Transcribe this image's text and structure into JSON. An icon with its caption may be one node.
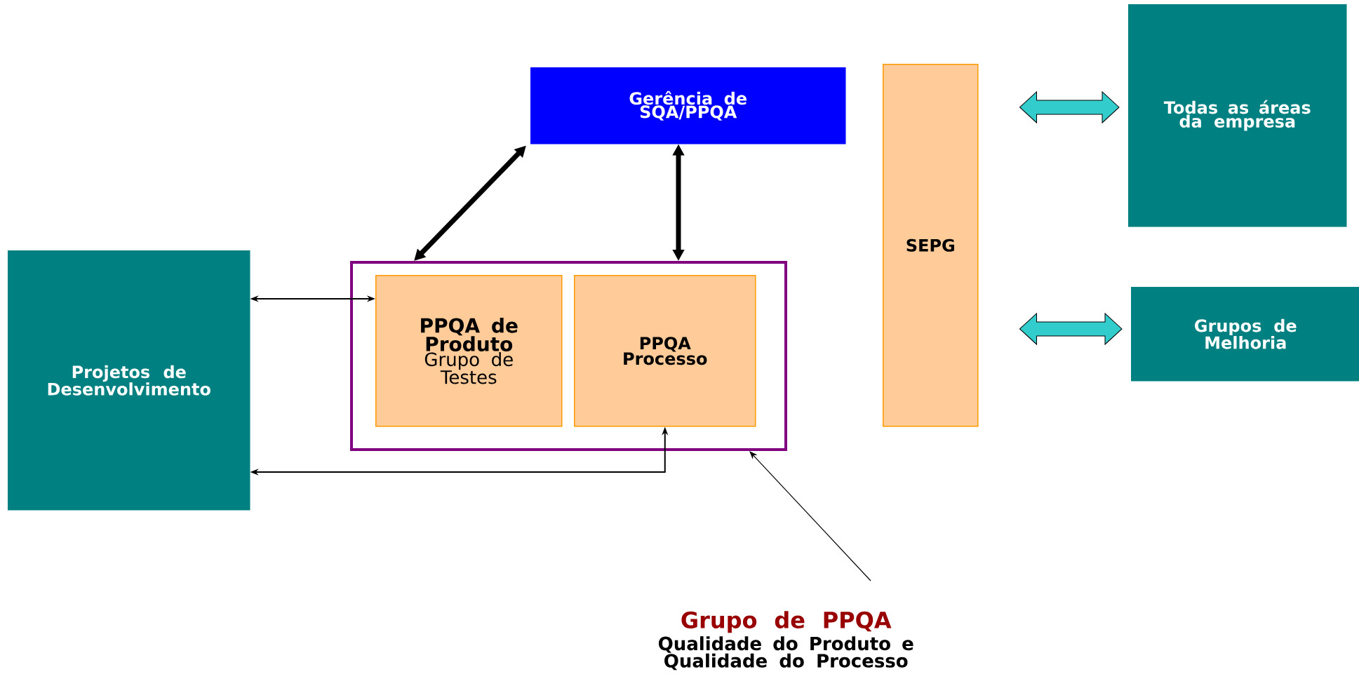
{
  "diagram": {
    "nodes": [
      {
        "text": [
          "Gerência de SQA/PPQA"
        ]
      },
      {
        "text": [
          "SEPG"
        ]
      },
      {
        "text": [
          "Todas as áreas da empresa"
        ]
      },
      {
        "text": [
          "Projetos de Desenvolvimento"
        ]
      },
      {
        "text": [],
        "shape": "box"
      },
      {
        "text": [
          "PPQA de Produto",
          "Grupo de Testes"
        ],
        "in": 4
      },
      {
        "text": [
          "PPQA Processo"
        ],
        "in": 4
      },
      {
        "text": [
          "Grupos de Melhoria"
        ]
      },
      {
        "text": [
          "Grupo de PPQA",
          "Qualidade do Produto e Qualidade do Processo"
        ]
      }
    ],
    "edges": [
      {
        "from": 4,
        "to": 0,
        "arrow": "both",
        "style": "thick"
      },
      {
        "from": 4,
        "to": 0,
        "arrow": "both",
        "style": "thick"
      },
      {
        "from": 3,
        "to": 5,
        "arrow": "both"
      },
      {
        "from": 6,
        "to": 3,
        "arrow": "both"
      },
      {
        "from": 8,
        "to": 4,
        "arrow": "to"
      },
      {
        "from": 1,
        "to": 2,
        "arrow": "both",
        "color": "#33cccc"
      },
      {
        "from": 1,
        "to": 7,
        "arrow": "both",
        "color": "#33cccc"
      }
    ]
  }
}
